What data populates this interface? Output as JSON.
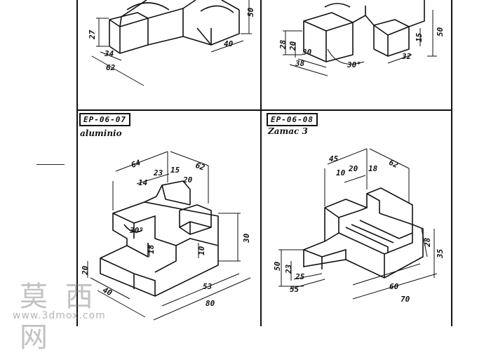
{
  "panels": {
    "top_left": {
      "dims": [
        "27",
        "34",
        "62",
        "50",
        "40"
      ]
    },
    "top_right": {
      "dims": [
        "28",
        "20",
        "30",
        "38",
        "30°",
        "32",
        "15",
        "50"
      ]
    },
    "bottom_left": {
      "code": "EP-06-07",
      "material": "aluminio",
      "dims": [
        "64",
        "62",
        "14",
        "23",
        "15",
        "20",
        "30°",
        "18",
        "10",
        "30",
        "20",
        "40",
        "53",
        "80"
      ]
    },
    "bottom_right": {
      "code": "EP-06-08",
      "material": "Zamac 3",
      "dims": [
        "45",
        "62",
        "10",
        "20",
        "18",
        "50",
        "23",
        "25",
        "55",
        "28",
        "35",
        "60",
        "70"
      ]
    }
  },
  "watermark": {
    "chinese": "莫 西 网",
    "url": "www.3dmox.com"
  }
}
